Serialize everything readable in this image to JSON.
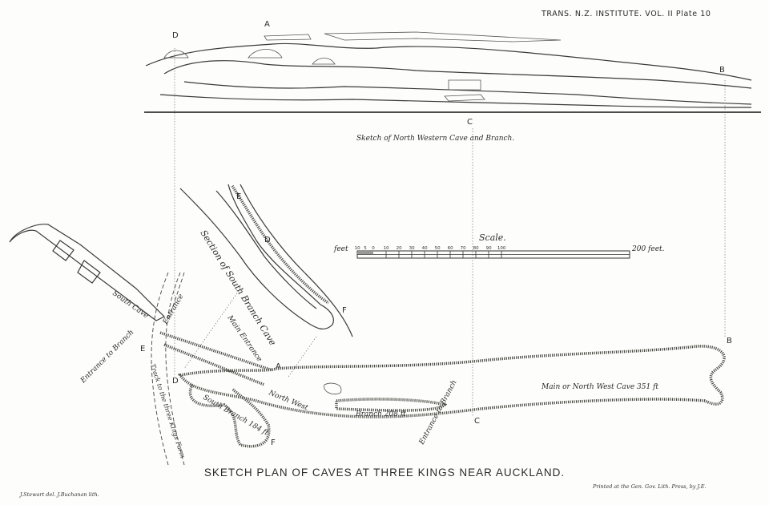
{
  "header": {
    "plate_title": "TRANS. N.Z. INSTITUTE. VOL. II Plate 10"
  },
  "north_western_sketch": {
    "caption": "Sketch of North Western Cave and Branch.",
    "markers": {
      "D": "D",
      "A": "A",
      "B": "B",
      "C": "C"
    }
  },
  "section": {
    "caption": "Section of South Branch Cave",
    "markers": {
      "E": "E",
      "D": "D",
      "F": "F"
    }
  },
  "scale": {
    "title": "Scale.",
    "unit_left": "feet",
    "unit_right": "200 feet.",
    "ticks": [
      "10",
      "5",
      "0",
      "10",
      "20",
      "30",
      "40",
      "50",
      "60",
      "70",
      "80",
      "90",
      "100"
    ]
  },
  "plan": {
    "labels": {
      "south_cave": "South Cave",
      "entrance": "Entrance",
      "entrance_to_branch_left": "Entrance to Branch",
      "track": "Track to the three Kings Farm",
      "main_entrance": "Main Entrance",
      "north_west": "North West",
      "south_branch": "South Branch 184 ft",
      "branch": "Branch 208 ft",
      "entrance_to_branch_right": "Entrance to Branch",
      "main_cave": "Main or North West Cave 351 ft"
    },
    "markers": {
      "E": "E",
      "A": "A",
      "D": "D",
      "F": "F",
      "C": "C",
      "B": "B"
    }
  },
  "footer": {
    "title": "SKETCH PLAN OF CAVES AT THREE KINGS NEAR AUCKLAND.",
    "credit_left": "J.Stewart del. J.Buchanan lith.",
    "credit_right": "Printed at the Gen. Gov. Lith. Press, by J.E."
  }
}
